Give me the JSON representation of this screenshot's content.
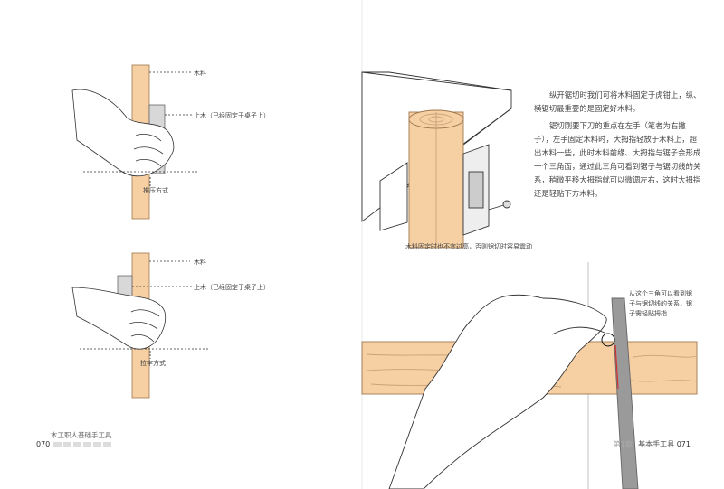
{
  "left_page": {
    "figure_top": {
      "labels": {
        "wood": "木料",
        "stop_block": "止木（已经固定于桌子上）",
        "method": "推压方式"
      }
    },
    "figure_bottom": {
      "labels": {
        "wood": "木料",
        "stop_block": "止木（已经固定于桌子上）",
        "method": "拉牢方式"
      }
    },
    "footer": {
      "book_title": "木工职人基础手工具",
      "page_number": "070"
    }
  },
  "right_page": {
    "figure_top": {
      "caption": "木料固定时也不宜过高，否则锯切时容易震动"
    },
    "body_paragraphs": [
      "纵开锯切时我们可将木料固定于虎钳上，纵、横锯切最重要的是固定好木料。",
      "锯切刚要下刀的重点在左手（笔者为右撇子），左手固定木料时，大拇指轻放于木料上，超出木料一些，此时木料前缘、大拇指与锯子会形成一个三角面，通过此三角可看到锯子与锯切线的关系，稍微平移大拇指就可以微调左右，这时大拇指还是轻贴下方木料。"
    ],
    "figure_bottom": {
      "callout": "从这个三角可以看到锯子与锯切线的关系，锯子需轻贴拇指"
    },
    "footer": {
      "chapter": "第1章",
      "section": "基本手工具",
      "page_number": "071"
    }
  },
  "colors": {
    "wood": "#f6cfa3",
    "wood_grain": "#c9a27a",
    "line": "#333333",
    "saw": "#9a9a9a",
    "cut_line": "#d33030"
  }
}
